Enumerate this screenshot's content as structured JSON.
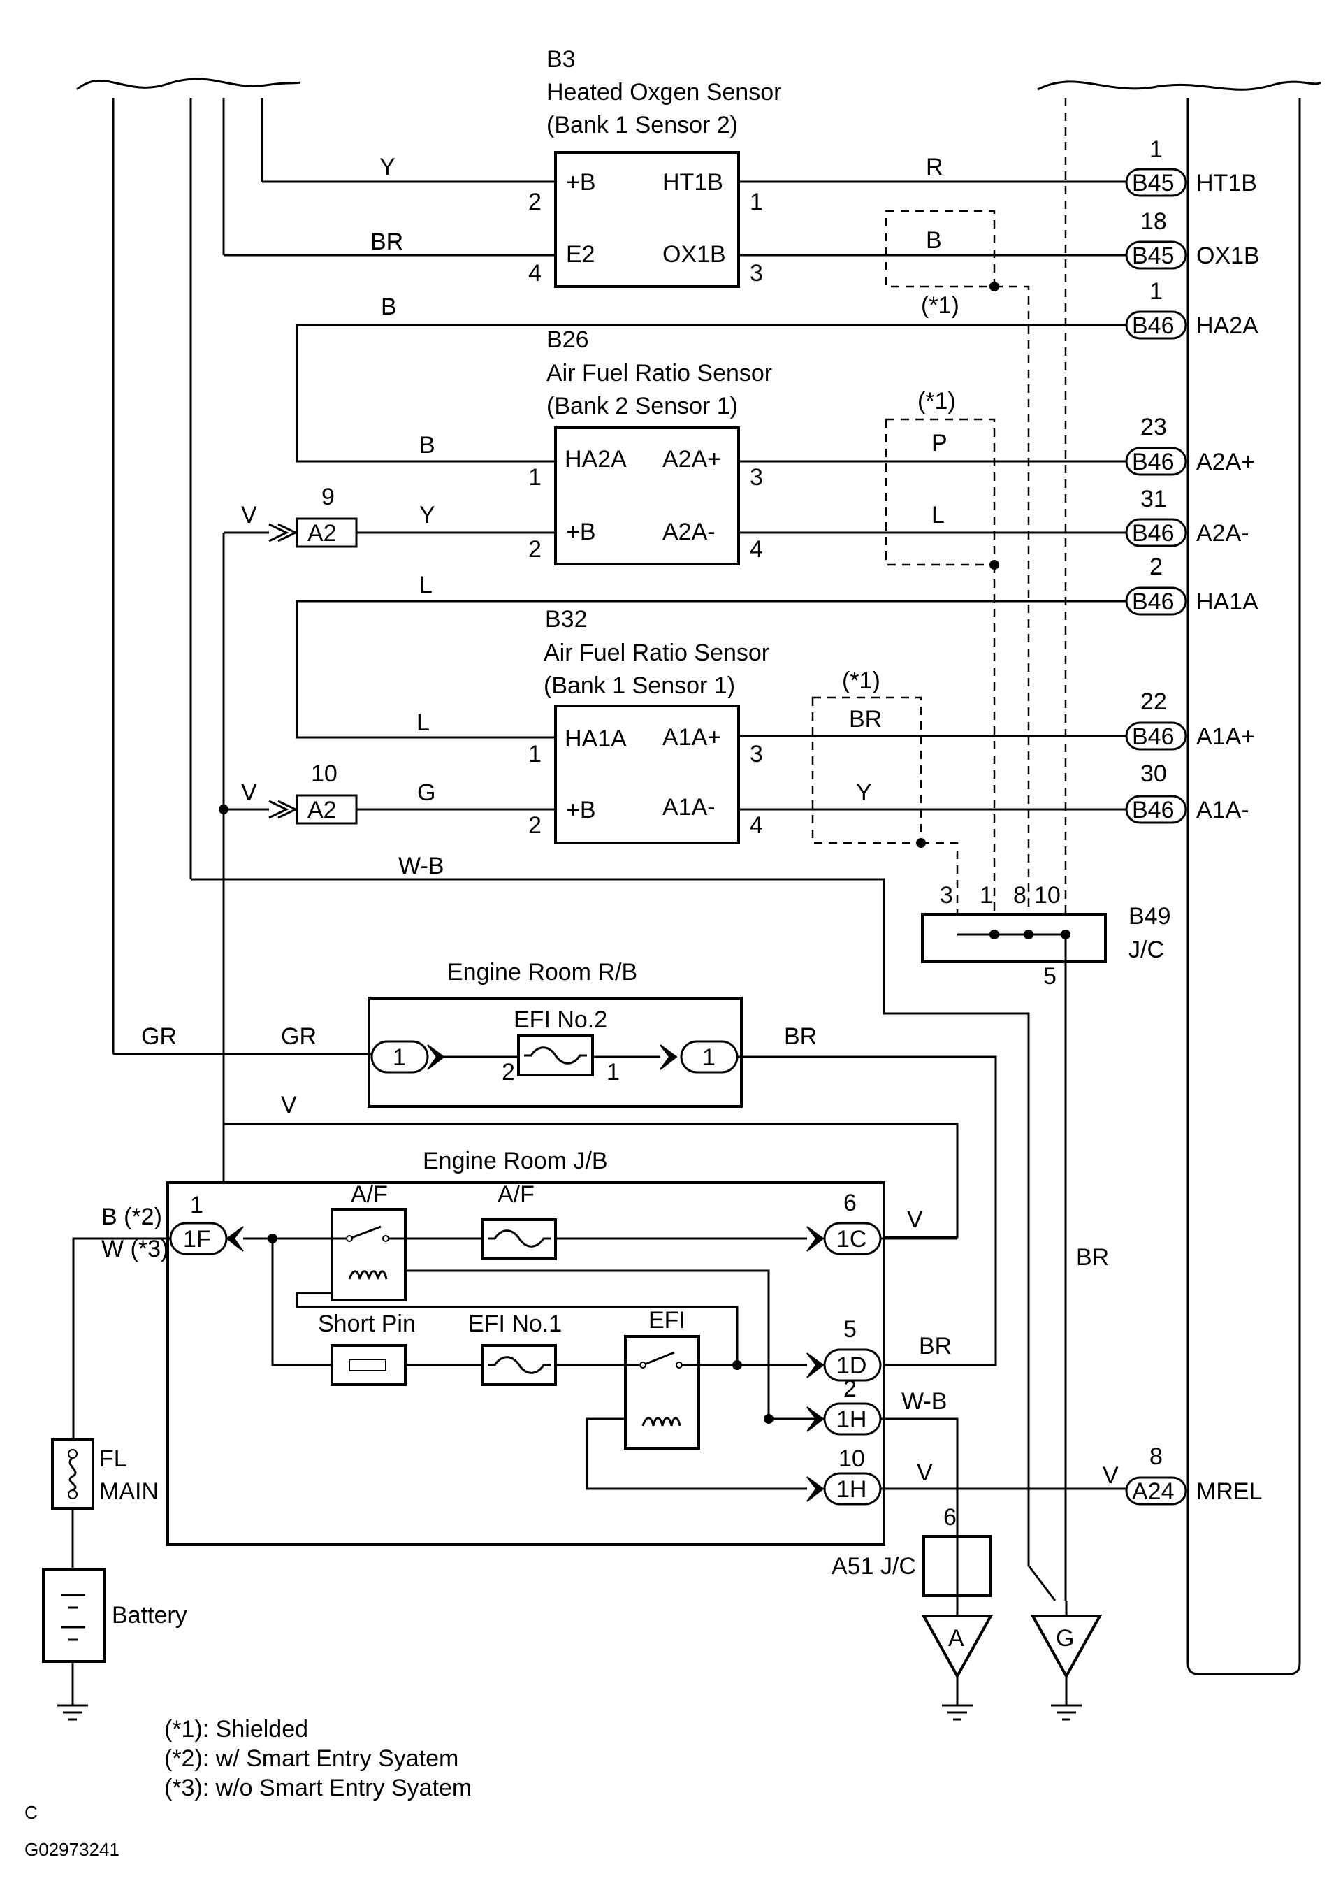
{
  "components": {
    "b3": {
      "id": "B3",
      "name": "Heated Oxgen Sensor",
      "sub": "(Bank 1 Sensor 2)",
      "pins": {
        "p_b": "+B",
        "p_e2": "E2",
        "p_ht1b": "HT1B",
        "p_ox1b": "OX1B"
      },
      "nums": {
        "n2": "2",
        "n4": "4",
        "n1": "1",
        "n3": "3"
      }
    },
    "b26": {
      "id": "B26",
      "name": "Air Fuel Ratio Sensor",
      "sub": "(Bank 2 Sensor 1)",
      "pins": {
        "p_ha2a": "HA2A",
        "p_b": "+B",
        "p_a2ap": "A2A+",
        "p_a2am": "A2A-"
      },
      "nums": {
        "n1": "1",
        "n2": "2",
        "n3": "3",
        "n4": "4"
      }
    },
    "b32": {
      "id": "B32",
      "name": "Air Fuel Ratio Sensor",
      "sub": "(Bank 1 Sensor 1)",
      "pins": {
        "p_ha1a": "HA1A",
        "p_b": "+B",
        "p_a1ap": "A1A+",
        "p_a1am": "A1A-"
      },
      "nums": {
        "n1": "1",
        "n2": "2",
        "n3": "3",
        "n4": "4"
      }
    },
    "b49": {
      "id": "B49",
      "name": "J/C",
      "pins": [
        "3",
        "1",
        "8",
        "10",
        "5"
      ]
    },
    "a51": {
      "label": "A51 J/C",
      "pin": "6"
    },
    "engine_room_rb": {
      "title": "Engine Room R/B",
      "fuse": "EFI No.2",
      "pin_left": "1",
      "pin_right": "1",
      "n2": "2",
      "n1": "1"
    },
    "engine_room_jb": {
      "title": "Engine Room J/B",
      "af_relay": "A/F",
      "af_fuse": "A/F",
      "short_pin": "Short Pin",
      "efi_fuse": "EFI No.1",
      "efi_relay": "EFI",
      "connectors": {
        "c1f": "1F",
        "c1c": "1C",
        "c1d": "1D",
        "c1h_a": "1H",
        "c1h_b": "1H"
      },
      "nums": {
        "n1": "1",
        "n6": "6",
        "n5": "5",
        "n2": "2",
        "n10": "10"
      }
    },
    "fl_main": {
      "line1": "FL",
      "line2": "MAIN"
    },
    "battery": "Battery",
    "ground_a": "A",
    "ground_g": "G"
  },
  "ecm_terminals": [
    {
      "conn": "B45",
      "num": "1",
      "name": "HT1B"
    },
    {
      "conn": "B45",
      "num": "18",
      "name": "OX1B"
    },
    {
      "conn": "B46",
      "num": "1",
      "name": "HA2A"
    },
    {
      "conn": "B46",
      "num": "23",
      "name": "A2A+"
    },
    {
      "conn": "B46",
      "num": "31",
      "name": "A2A-"
    },
    {
      "conn": "B46",
      "num": "2",
      "name": "HA1A"
    },
    {
      "conn": "B46",
      "num": "22",
      "name": "A1A+"
    },
    {
      "conn": "B46",
      "num": "30",
      "name": "A1A-"
    },
    {
      "conn": "A24",
      "num": "8",
      "name": "MREL"
    }
  ],
  "inline_connectors": [
    {
      "conn": "A2",
      "num": "9"
    },
    {
      "conn": "A2",
      "num": "10"
    }
  ],
  "wire_colors": {
    "y_top": "Y",
    "br_top": "BR",
    "r": "R",
    "b_ox": "B",
    "b_ha2a": "B",
    "b_b26": "B",
    "v_a2_9": "V",
    "y_a2": "Y",
    "p": "P",
    "l_a2a": "L",
    "l_ha1a": "L",
    "l_b32": "L",
    "br_a1a": "BR",
    "y_a1a": "Y",
    "v_a2_10": "V",
    "g": "G",
    "wb_top": "W-B",
    "gr_left": "GR",
    "gr_mid": "GR",
    "br_rb": "BR",
    "v_mid": "V",
    "v_1c": "V",
    "br_1d": "BR",
    "wb_1h": "W-B",
    "v_1h": "V",
    "v_mrel": "V",
    "br_right": "BR",
    "b_star2": "B (*2)",
    "w_star3": "W (*3)"
  },
  "shield_marks": [
    "(*1)",
    "(*1)",
    "(*1)"
  ],
  "notes": [
    "(*1): Shielded",
    "(*2): w/ Smart Entry Syatem",
    "(*3): w/o Smart Entry Syatem"
  ],
  "footer": {
    "letter": "C",
    "code": "G02973241"
  }
}
